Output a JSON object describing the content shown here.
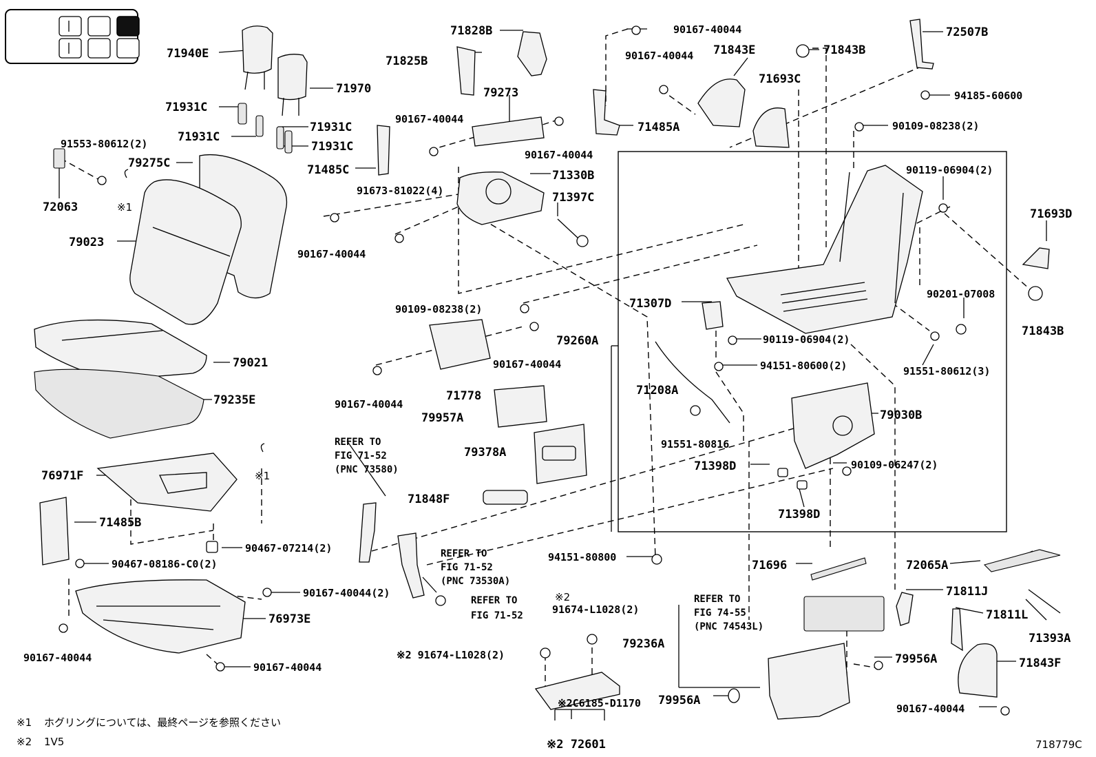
{
  "legend": {
    "cells": [
      "unfilled",
      "unfilled",
      "filled",
      "unfilled",
      "unfilled",
      "unfilled"
    ]
  },
  "labels": {
    "p71940E": "71940E",
    "p71970": "71970",
    "p71931C_a": "71931C",
    "p71931C_b": "71931C",
    "p71931C_c": "71931C",
    "p71931C_d": "71931C",
    "p91553": "91553-80612(2)",
    "p79275C": "79275C",
    "p72063": "72063",
    "mark1_a": "※1",
    "p79023": "79023",
    "p79021": "79021",
    "p79235E": "79235E",
    "p76971F": "76971F",
    "mark1_b": "※1",
    "p71485B": "71485B",
    "p90467_08186": "90467-08186-C0(2)",
    "p90467_07214": "90467-07214(2)",
    "p90167_76973": "90167-40044(2)",
    "p76973E": "76973E",
    "p90167_l1": "90167-40044",
    "p90167_l2": "90167-40044",
    "p71828B": "71828B",
    "p71825B": "71825B",
    "p79273": "79273",
    "p90167_c1": "90167-40044",
    "p90167_c2": "90167-40044",
    "p71485C": "71485C",
    "p71330B": "71330B",
    "p91673": "91673-81022(4)",
    "p71397C": "71397C",
    "p90167_c3": "90167-40044",
    "p90109_08238_c": "90109-08238(2)",
    "p90167_c4": "90167-40044",
    "p90167_c5": "90167-40044",
    "p71778": "71778",
    "p79957A": "79957A",
    "p79378A": "79378A",
    "p71848F": "71848F",
    "refer1_a": "REFER TO",
    "refer1_b": "FIG 71-52",
    "refer1_c": "(PNC 73580)",
    "refer2_a": "REFER TO",
    "refer2_b": "FIG 71-52",
    "refer2_c": "(PNC 73530A)",
    "refer3_a": "REFER TO",
    "refer3_b": "FIG 71-52",
    "p90167_t1": "90167-40044",
    "p90167_t2": "90167-40044",
    "p71843E": "71843E",
    "p71693C": "71693C",
    "p71485A": "71485A",
    "p71843B_t": "71843B",
    "p72507B": "72507B",
    "p94185": "94185-60600",
    "p90109_08238_r": "90109-08238(2)",
    "p90119_a": "90119-06904(2)",
    "p71693D": "71693D",
    "p90201": "90201-07008",
    "p71843B_r": "71843B",
    "p71307D": "71307D",
    "p90119_b": "90119-06904(2)",
    "p94151_80600": "94151-80600(2)",
    "p91551_80612": "91551-80612(3)",
    "p79260A": "79260A",
    "p71208A": "71208A",
    "p91551_80816": "91551-80816",
    "p79030B": "79030B",
    "p71398D_a": "71398D",
    "p90109_06247": "90109-06247(2)",
    "p71398D_b": "71398D",
    "p94151_80800": "94151-80800",
    "p71696": "71696",
    "p72065A": "72065A",
    "p71811J": "71811J",
    "p71811L": "71811L",
    "p71393A": "71393A",
    "mark2_a": "※2",
    "p91674_a": "91674-L1028(2)",
    "p91674_b": "※2 91674-L1028(2)",
    "refer4_a": "REFER TO",
    "refer4_b": "FIG 74-55",
    "refer4_c": "(PNC 74543L)",
    "p79236A": "79236A",
    "p79956A_a": "79956A",
    "p79956A_b": "79956A",
    "p71843F": "71843F",
    "p90167_br": "90167-40044",
    "p72601_sub": "※2C6185-D1170",
    "p72601": "※2 72601",
    "note1_mark": "※1",
    "note1_text": "ホグリングについては、最終ページを参照ください",
    "note2_mark": "※2",
    "note2_text": "1V5",
    "fig_id": "718779C"
  }
}
